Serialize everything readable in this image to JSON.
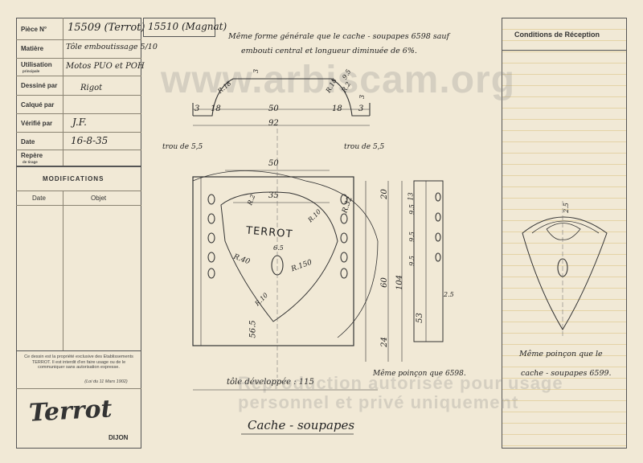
{
  "title_block": {
    "piece_label": "Pièce N°",
    "piece_value": "15509 (Terrot)",
    "second_piece": "15510 (Magnat)",
    "matiere_label": "Matière",
    "matiere_value": "Tôle emboutissage 5/10",
    "utilisation_label": "Utilisation",
    "utilisation_sub": "principale",
    "utilisation_value": "Motos PUO et POH",
    "dessine_label": "Dessiné par",
    "dessine_value": "Rigot",
    "calque_label": "Calqué par",
    "calque_value": "",
    "verifie_label": "Vérifié par",
    "verifie_value": "J.F.",
    "date_label": "Date",
    "date_value": "16-8-35",
    "repere_label": "Repère",
    "repere_sub": "de tirage"
  },
  "modifications": {
    "heading": "MODIFICATIONS",
    "col_date": "Date",
    "col_objet": "Objet"
  },
  "legal": {
    "text": "Ce dessin est la propriété exclusive des Etablissements TERROT. Il est interdit d'en faire usage ou de le communiquer sans autorisation expresse.",
    "law": "(Loi du 11 Mars 1902)"
  },
  "brand": {
    "logo": "Terrot",
    "city": "DIJON"
  },
  "reception": {
    "heading": "Conditions de Réception",
    "note_line1": "Même poinçon que le",
    "note_line2": "cache - soupapes 6599."
  },
  "drawing": {
    "note_line1": "Même forme générale que le cache - soupapes 6598 sauf",
    "note_line2": "embouti central et longueur diminuée de 6%.",
    "trou_left": "trou de 5,5",
    "trou_right": "trou de 5,5",
    "tole": "tôle développée : 115",
    "poincon": "Même poinçon que 6598.",
    "part_name": "Cache - soupapes",
    "emboss": "TERROT",
    "dims_top": [
      "3",
      "18",
      "50",
      "18",
      "3"
    ],
    "dim_overall": "92",
    "dims_radius_top": [
      "R.18",
      "R.18",
      "R.2",
      "3",
      "3",
      "9.5"
    ],
    "dim_50": "50",
    "dim_35": "35",
    "dims_inner": [
      "R.32",
      "R.40",
      "R.150",
      "R.10",
      "R.10",
      "6.5",
      "R.2"
    ],
    "dims_vertical": [
      "20",
      "60",
      "104",
      "24",
      "53",
      "56.5"
    ],
    "dims_side": [
      "9.5",
      "9.5",
      "9.5",
      "13"
    ],
    "dim_25": "2.5",
    "dim_25_detail": "2.5"
  },
  "watermark": {
    "top": "www.arbiscam.org",
    "line1": "Reproduction autorisée pour usage",
    "line2": "personnel et privé uniquement"
  }
}
